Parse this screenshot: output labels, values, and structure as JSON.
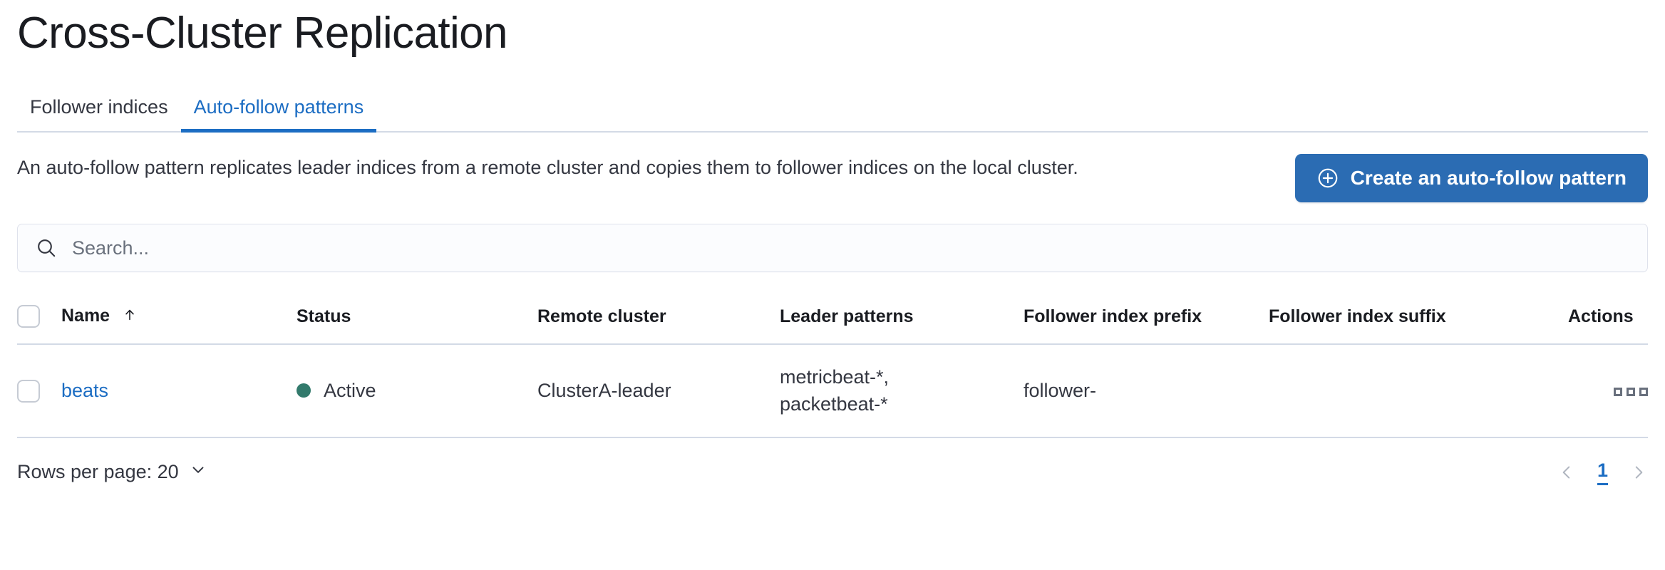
{
  "header": {
    "title": "Cross-Cluster Replication"
  },
  "tabs": [
    {
      "label": "Follower indices",
      "active": false,
      "name": "tab-follower-indices"
    },
    {
      "label": "Auto-follow patterns",
      "active": true,
      "name": "tab-auto-follow-patterns"
    }
  ],
  "intro": {
    "description": "An auto-follow pattern replicates leader indices from a remote cluster and copies them to follower indices on the local cluster.",
    "create_button_label": "Create an auto-follow pattern",
    "create_button_icon": "plus-in-circle-icon"
  },
  "search": {
    "placeholder": "Search...",
    "value": "",
    "icon": "search-icon"
  },
  "table": {
    "columns": [
      {
        "key": "name",
        "label": "Name",
        "sorted": "asc",
        "sort_icon": "arrow-up-icon"
      },
      {
        "key": "status",
        "label": "Status"
      },
      {
        "key": "remote_cluster",
        "label": "Remote cluster"
      },
      {
        "key": "leader_patterns",
        "label": "Leader patterns"
      },
      {
        "key": "follower_index_prefix",
        "label": "Follower index prefix"
      },
      {
        "key": "follower_index_suffix",
        "label": "Follower index suffix"
      },
      {
        "key": "actions",
        "label": "Actions"
      }
    ],
    "rows": [
      {
        "name": "beats",
        "status": "Active",
        "status_color": "#327a6c",
        "remote_cluster": "ClusterA-leader",
        "leader_patterns": "metricbeat-*,\npacketbeat-*",
        "follower_index_prefix": "follower-",
        "follower_index_suffix": "",
        "actions_icon": "ellipsis-actions-icon"
      }
    ]
  },
  "footer": {
    "rows_per_page_label": "Rows per page: 20",
    "rows_per_page_icon": "chevron-down-icon",
    "prev_icon": "chevron-left-icon",
    "next_icon": "chevron-right-icon",
    "current_page": "1"
  },
  "colors": {
    "accent": "#1c6dc3",
    "button": "#2b6cb3",
    "status_active": "#327a6c",
    "border": "#d3dae6",
    "text": "#343741"
  }
}
